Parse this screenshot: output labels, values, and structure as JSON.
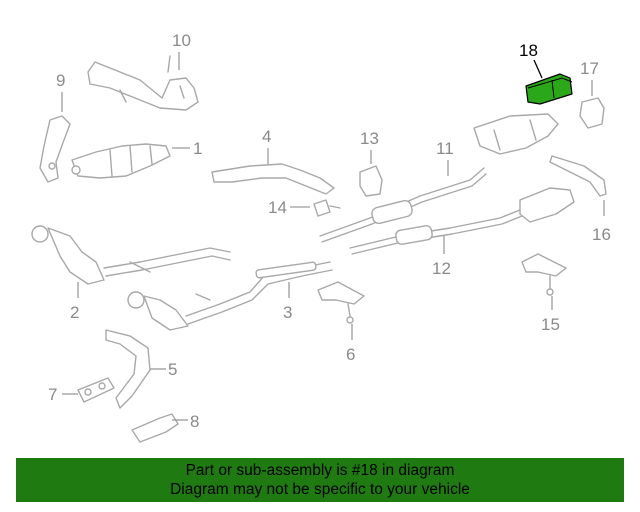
{
  "highlight_color": "#2aa81a",
  "banner": {
    "background": "#1f7a12",
    "line1": "Part or sub-assembly is #18 in diagram",
    "line2": "Diagram may not be specific to your vehicle"
  },
  "callouts": {
    "c1": "1",
    "c2": "2",
    "c3": "3",
    "c4": "4",
    "c5": "5",
    "c6": "6",
    "c7": "7",
    "c8": "8",
    "c9": "9",
    "c10": "10",
    "c11": "11",
    "c12": "12",
    "c13": "13",
    "c14": "14",
    "c15": "15",
    "c16": "16",
    "c17": "17",
    "c18": "18"
  }
}
